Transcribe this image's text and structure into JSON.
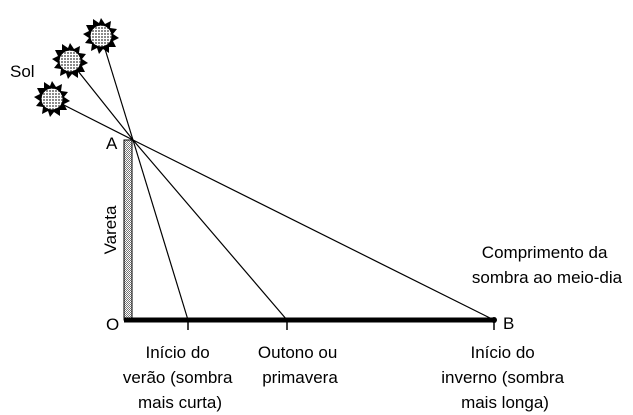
{
  "labels": {
    "sun": "Sol",
    "point_a": "A",
    "point_o": "O",
    "point_b": "B",
    "rod": "Vareta",
    "shadow_title_line1": "Comprimento da",
    "shadow_title_line2": "sombra ao meio-dia"
  },
  "markers": [
    {
      "lines": [
        "Início do",
        "verão (sombra",
        "mais curta)"
      ]
    },
    {
      "lines": [
        "Outono ou",
        "primavera"
      ]
    },
    {
      "lines": [
        "Início do",
        "inverno (sombra",
        "mais longa)"
      ]
    }
  ],
  "colors": {
    "ink": "#000000",
    "sun_fill": "#b4b4b4",
    "rod_fill": "#c8c8c8"
  },
  "icons": {
    "sun": "sun-icon"
  }
}
